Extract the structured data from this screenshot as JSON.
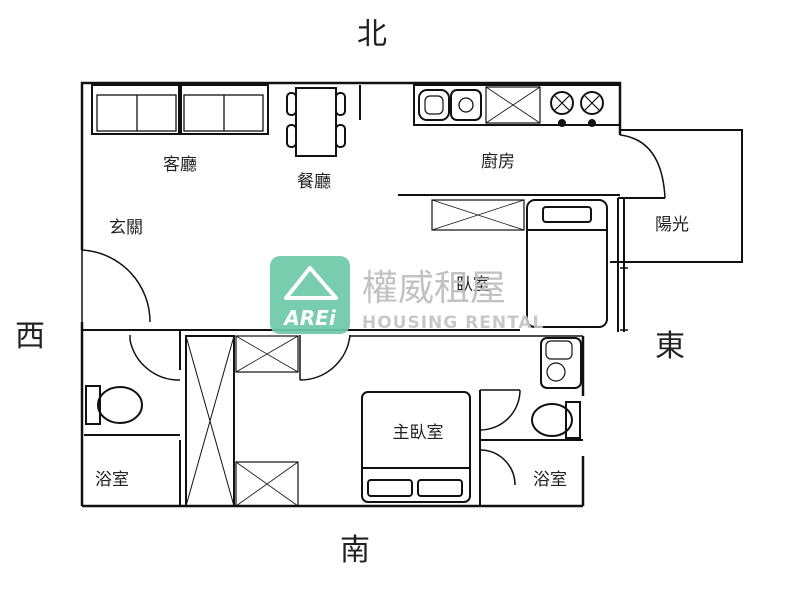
{
  "compass": {
    "north": "北",
    "south": "南",
    "east": "東",
    "west": "西"
  },
  "rooms": {
    "living_room": "客廳",
    "dining_room": "餐廳",
    "kitchen": "廚房",
    "entrance": "玄關",
    "balcony": "陽光",
    "bedroom": "臥室",
    "master_bedroom": "主臥室",
    "bathroom_west": "浴室",
    "bathroom_east": "浴室"
  },
  "watermark": {
    "logo_text": "AREi",
    "company_name": "權威租屋",
    "company_subtitle": "HOUSING RENTAL",
    "logo_color": "#6cc9a8"
  }
}
